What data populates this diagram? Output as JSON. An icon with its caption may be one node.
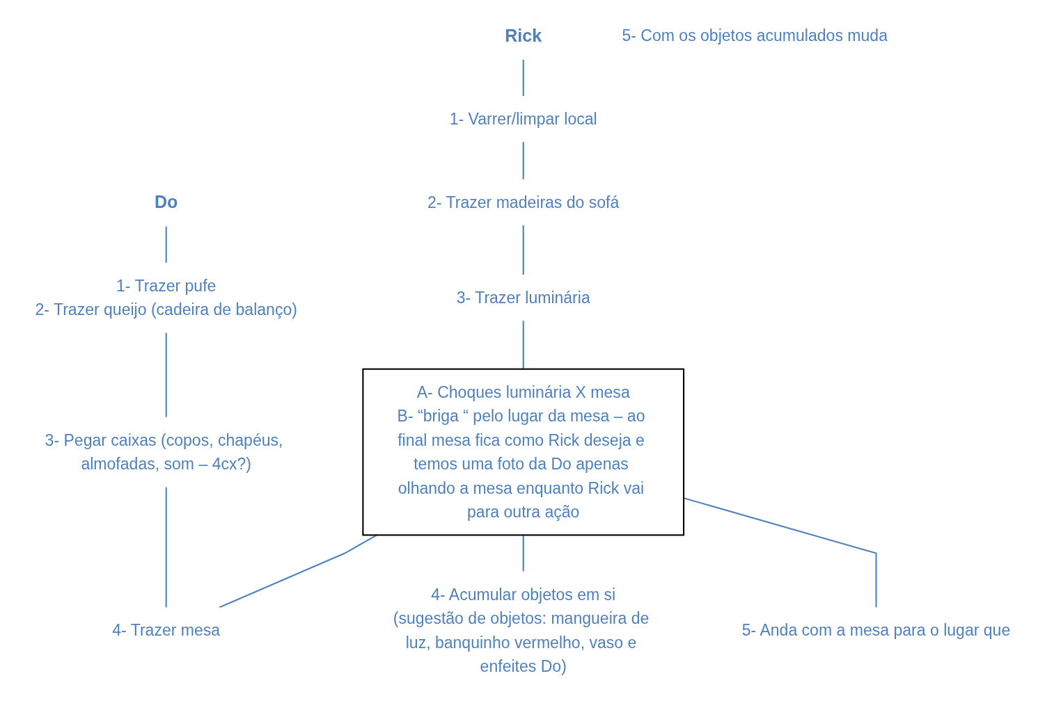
{
  "diagram": {
    "nodes": [
      {
        "text": [
          "Rick"
        ]
      },
      {
        "text": [
          "1- Varrer/limpar local"
        ]
      },
      {
        "text": [
          "2- Trazer madeiras do sofá"
        ]
      },
      {
        "text": [
          "3- Trazer luminária"
        ]
      },
      {
        "text": [
          "4- Acumular objetos em si",
          "(sugestão de objetos: mangueira de luz, banquinho vermelho, vaso e enfeites Do)"
        ]
      },
      {
        "text": [
          "5- Com os objetos acumulados muda"
        ]
      },
      {
        "text": [
          "Do"
        ]
      },
      {
        "text": [
          "1- Trazer pufe",
          "2- Trazer queijo (cadeira de balanço)"
        ]
      },
      {
        "text": [
          "3- Pegar caixas (copos, chapéus, almofadas, som – 4cx?)"
        ]
      },
      {
        "text": [
          "4- Trazer mesa"
        ]
      },
      {
        "text": [
          "5- Anda com a mesa para o lugar que"
        ]
      },
      {
        "text": [
          "A- Choques luminária X mesa",
          "B- “briga “ pelo lugar da mesa – ao final mesa fica como Rick deseja e temos uma foto da Do apenas olhando a mesa enquanto Rick vai para outra ação"
        ]
      }
    ],
    "edges": [
      {
        "from": 0,
        "to": 1,
        "arrow": "none"
      },
      {
        "from": 1,
        "to": 2,
        "arrow": "none"
      },
      {
        "from": 2,
        "to": 3,
        "arrow": "none"
      },
      {
        "from": 3,
        "to": 11,
        "arrow": "none"
      },
      {
        "from": 6,
        "to": 7,
        "arrow": "none"
      },
      {
        "from": 7,
        "to": 8,
        "arrow": "none"
      },
      {
        "from": 8,
        "to": 9,
        "arrow": "none"
      },
      {
        "from": 11,
        "to": 9,
        "arrow": "none"
      },
      {
        "from": 11,
        "to": 4,
        "arrow": "none"
      },
      {
        "from": 11,
        "to": 10,
        "arrow": "none"
      }
    ]
  }
}
